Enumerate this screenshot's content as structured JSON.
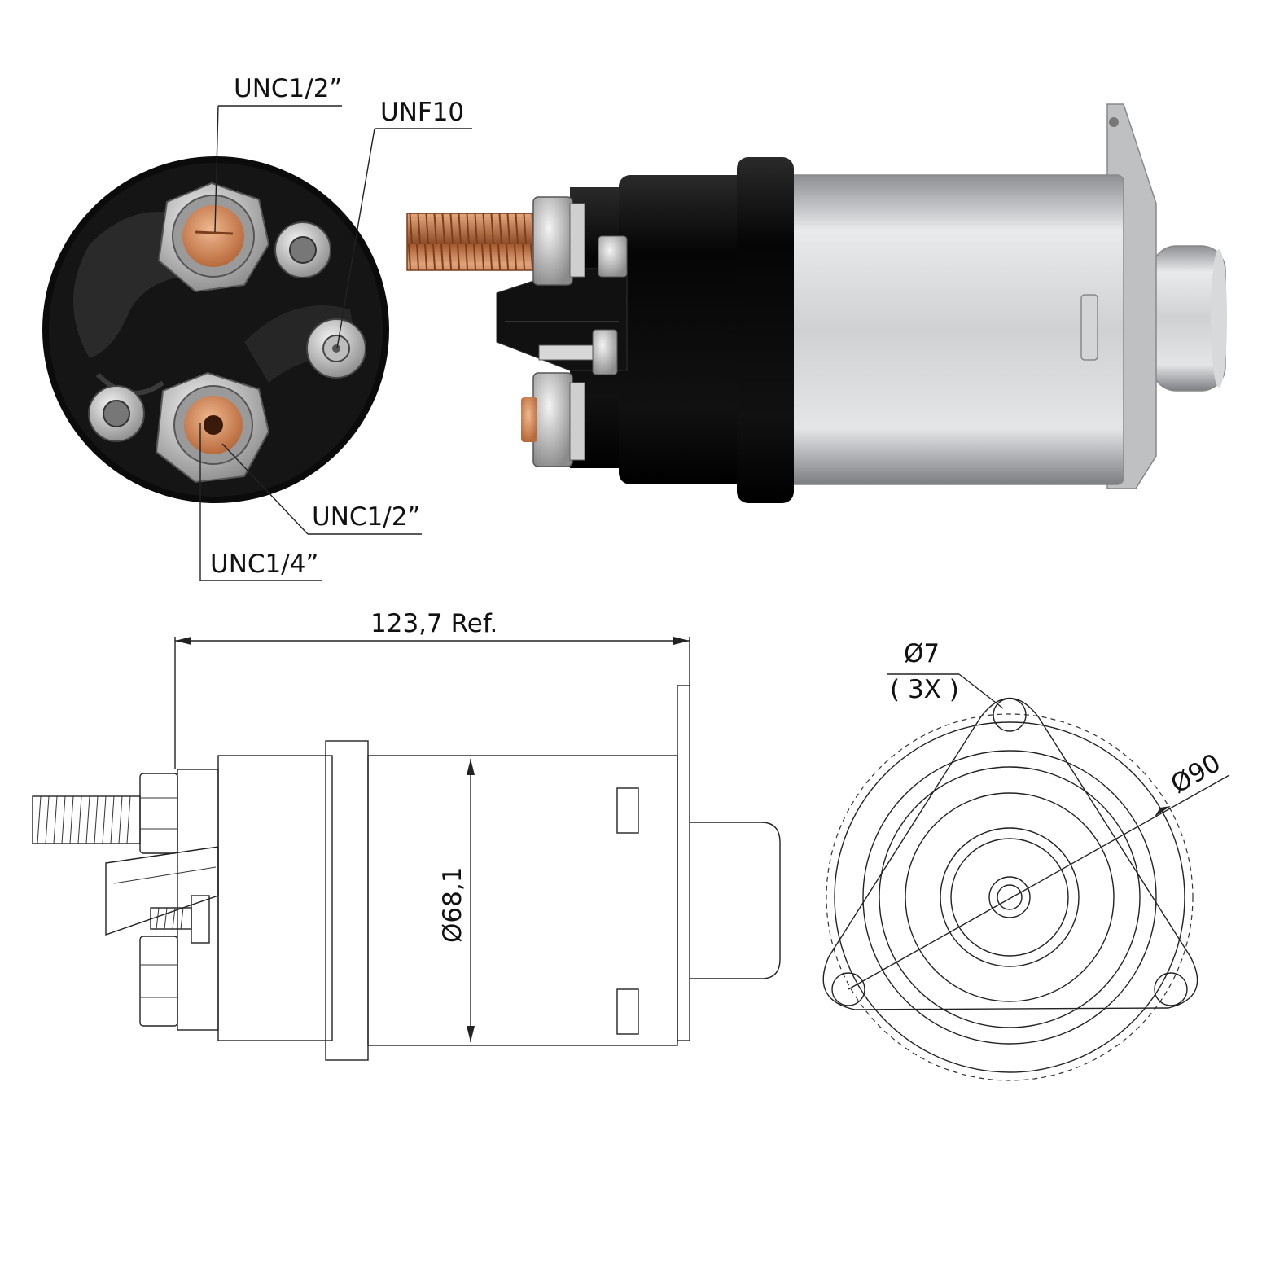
{
  "callouts": {
    "top_left": "UNC1/2”",
    "top_right": "UNF10",
    "bottom_right": "UNC1/2”",
    "bottom_left": "UNC1/4”"
  },
  "dimensions": {
    "length": "123,7 Ref.",
    "diameter_body": "Ø68,1",
    "hole_diameter": "Ø7",
    "hole_count": "( 3X )",
    "bolt_circle": "Ø90"
  },
  "colors": {
    "cap": "#0c0c0c",
    "copper": "#c8784a",
    "steel": "#c9cacc",
    "line": "#222222"
  }
}
